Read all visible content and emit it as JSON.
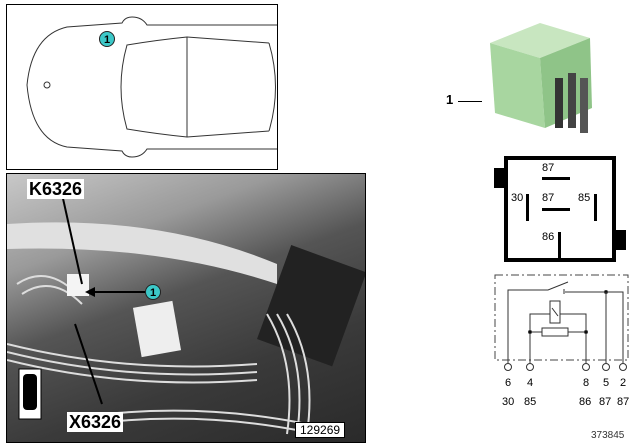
{
  "overview": {
    "callout": "1"
  },
  "photo": {
    "label_top": "K6326",
    "label_bottom": "X6326",
    "callout": "1",
    "image_number": "129269"
  },
  "relay": {
    "part_callout": "1"
  },
  "pinout": {
    "top": "87",
    "center": "87",
    "left": "30",
    "right": "85",
    "bottom": "86"
  },
  "circuit": {
    "pins": [
      {
        "number": "6",
        "terminal": "30"
      },
      {
        "number": "4",
        "terminal": "85"
      },
      {
        "number": "8",
        "terminal": "86"
      },
      {
        "number": "5",
        "terminal": "87"
      },
      {
        "number": "2",
        "terminal": "87"
      }
    ]
  },
  "diagram_number": "373845",
  "colors": {
    "callout": "#3cc8c8",
    "relay_body": "#a8d6a0"
  }
}
